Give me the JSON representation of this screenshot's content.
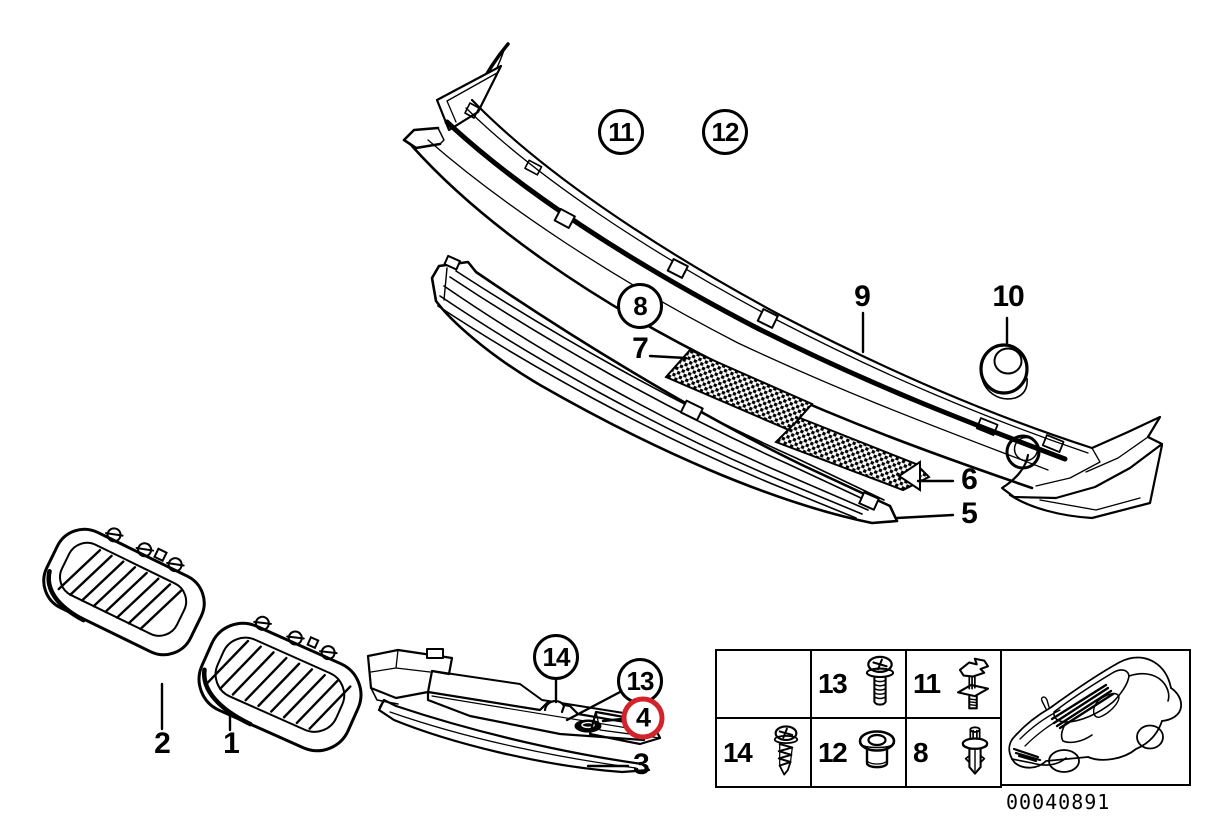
{
  "drawing_number": "00040891",
  "colors": {
    "ink": "#000000",
    "highlight_red": "#d2232a",
    "background": "#ffffff"
  },
  "callouts": {
    "n1": {
      "label": "1",
      "style": "plain"
    },
    "n2": {
      "label": "2",
      "style": "plain"
    },
    "n3": {
      "label": "3",
      "style": "plain"
    },
    "n4": {
      "label": "4",
      "style": "red-circle"
    },
    "n5": {
      "label": "5",
      "style": "plain"
    },
    "n6": {
      "label": "6",
      "style": "plain"
    },
    "n7": {
      "label": "7",
      "style": "plain"
    },
    "n8": {
      "label": "8",
      "style": "circle"
    },
    "n9": {
      "label": "9",
      "style": "plain"
    },
    "n10": {
      "label": "10",
      "style": "plain"
    },
    "n11": {
      "label": "11",
      "style": "circle"
    },
    "n12": {
      "label": "12",
      "style": "circle"
    },
    "n13": {
      "label": "13",
      "style": "circle"
    },
    "n14": {
      "label": "14",
      "style": "circle"
    }
  },
  "legend_table": {
    "rows": [
      [
        {
          "label": "",
          "icon": ""
        },
        {
          "label": "13",
          "icon": "machine-screw-icon"
        },
        {
          "label": "11",
          "icon": "expansion-clip-icon"
        }
      ],
      [
        {
          "label": "14",
          "icon": "tapping-screw-icon"
        },
        {
          "label": "12",
          "icon": "grommet-icon"
        },
        {
          "label": "8",
          "icon": "expanding-rivet-icon"
        }
      ]
    ]
  }
}
